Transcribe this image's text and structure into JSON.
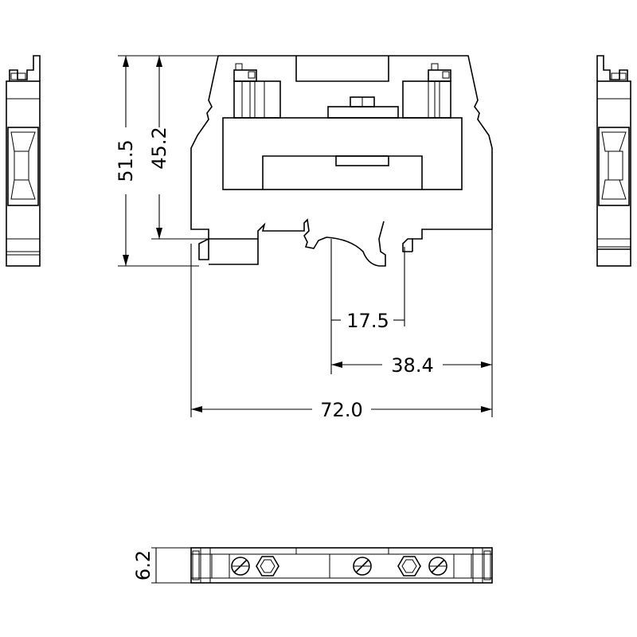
{
  "dimensions": {
    "overall_height": "51.5",
    "rail_height": "45.2",
    "offset": "17.5",
    "half_width": "38.4",
    "overall_width": "72.0",
    "thickness": "6.2"
  }
}
